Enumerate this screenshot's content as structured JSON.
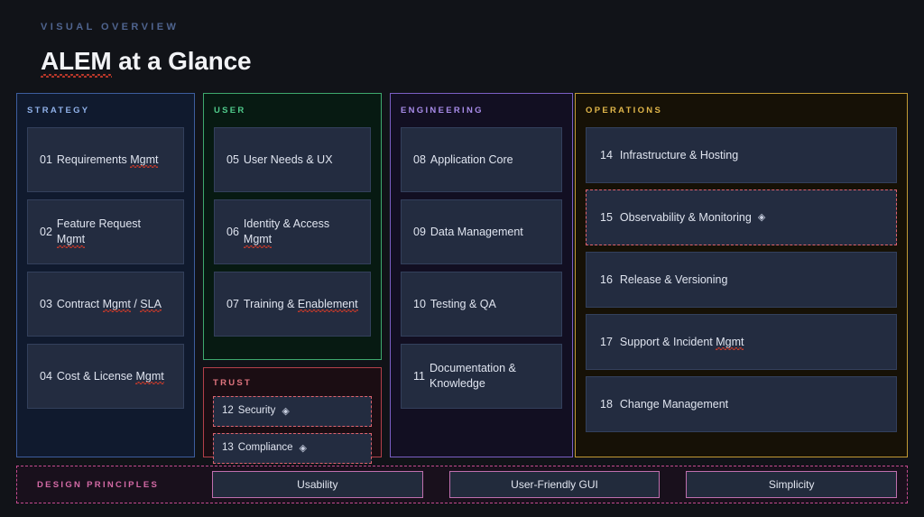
{
  "header": {
    "eyebrow": "VISUAL OVERVIEW",
    "title_misspelled": "ALEM",
    "title_rest": " at a Glance"
  },
  "colors": {
    "background": "#111318",
    "strategy_accent": "#3d5d9e",
    "user_accent": "#3ea96e",
    "trust_accent": "#b3404a",
    "engineering_accent": "#7b5fc4",
    "operations_accent": "#c29a33",
    "principles_accent": "#c44a8e",
    "card_background": "#232c40",
    "flag_dashed": "#e0636e",
    "spellcheck_squiggle": "#c0392b"
  },
  "panels": {
    "strategy": {
      "heading": "STRATEGY",
      "items": [
        {
          "num": "01",
          "label": "Requirements ",
          "misspelled": "Mgmt",
          "tail": "",
          "flagged": false
        },
        {
          "num": "02",
          "label": "Feature Request ",
          "misspelled": "Mgmt",
          "tail": "",
          "flagged": false
        },
        {
          "num": "03",
          "label": "Contract ",
          "misspelled": "Mgmt",
          "tail": " / ",
          "misspelled2": "SLA",
          "flagged": false
        },
        {
          "num": "04",
          "label": "Cost & License ",
          "misspelled": "Mgmt",
          "tail": "",
          "flagged": false
        }
      ]
    },
    "user": {
      "heading": "USER",
      "items": [
        {
          "num": "05",
          "label": "User Needs & UX",
          "misspelled": "",
          "tail": "",
          "flagged": false
        },
        {
          "num": "06",
          "label": "Identity & Access ",
          "misspelled": "Mgmt",
          "tail": "",
          "flagged": false
        },
        {
          "num": "07",
          "label": "Training & ",
          "misspelled": "Enablement",
          "tail": "",
          "flagged": false
        }
      ]
    },
    "trust": {
      "heading": "TRUST",
      "items": [
        {
          "num": "12",
          "label": "Security",
          "marker": "◈",
          "flagged": true
        },
        {
          "num": "13",
          "label": "Compliance",
          "marker": "◈",
          "flagged": true
        }
      ]
    },
    "engineering": {
      "heading": "ENGINEERING",
      "items": [
        {
          "num": "08",
          "label": "Application Core",
          "misspelled": "",
          "tail": "",
          "flagged": false
        },
        {
          "num": "09",
          "label": "Data Management",
          "misspelled": "",
          "tail": "",
          "flagged": false
        },
        {
          "num": "10",
          "label": "Testing & QA",
          "misspelled": "",
          "tail": "",
          "flagged": false
        },
        {
          "num": "11",
          "label": "Documentation & Knowledge",
          "misspelled": "",
          "tail": "",
          "flagged": false
        }
      ]
    },
    "operations": {
      "heading": "OPERATIONS",
      "items": [
        {
          "num": "14",
          "label": "Infrastructure & Hosting",
          "misspelled": "",
          "tail": "",
          "marker": "",
          "flagged": false
        },
        {
          "num": "15",
          "label": "Observability & Monitoring",
          "misspelled": "",
          "tail": "",
          "marker": "◈",
          "flagged": true
        },
        {
          "num": "16",
          "label": "Release & Versioning",
          "misspelled": "",
          "tail": "",
          "marker": "",
          "flagged": false
        },
        {
          "num": "17",
          "label": "Support & Incident ",
          "misspelled": "Mgmt",
          "tail": "",
          "marker": "",
          "flagged": false
        },
        {
          "num": "18",
          "label": "Change Management",
          "misspelled": "",
          "tail": "",
          "marker": "",
          "flagged": false
        }
      ]
    }
  },
  "principles": {
    "label": "DESIGN PRINCIPLES",
    "chips": [
      {
        "label": "Usability"
      },
      {
        "label": "User-Friendly GUI"
      },
      {
        "label": "Simplicity"
      }
    ]
  }
}
